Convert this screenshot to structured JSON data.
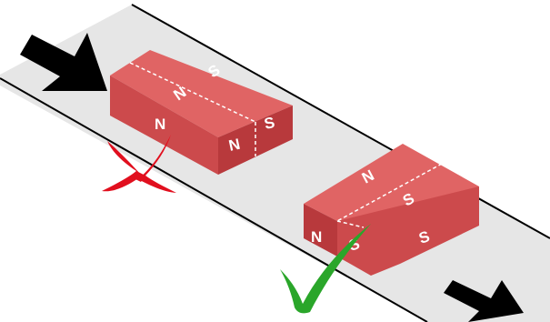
{
  "magnet_wrong": {
    "top_left_label": "N",
    "top_right_label": "S",
    "front_label": "N",
    "side_left_label": "N",
    "side_right_label": "S"
  },
  "magnet_right": {
    "top_left_label": "N",
    "top_right_label": "S",
    "side_label": "N",
    "front_left_label": "S",
    "front_right_label": "S"
  },
  "colors": {
    "belt": "#e6e6e6",
    "magnet_top": "#e06464",
    "magnet_front": "#cc4a4c",
    "magnet_side": "#b8393c",
    "arrow": "#000000",
    "cross": "#e10f1e",
    "check": "#2aa62a"
  },
  "icons": [
    "feed-arrow-icon",
    "exit-arrow-icon",
    "cross-icon",
    "checkmark-icon"
  ]
}
